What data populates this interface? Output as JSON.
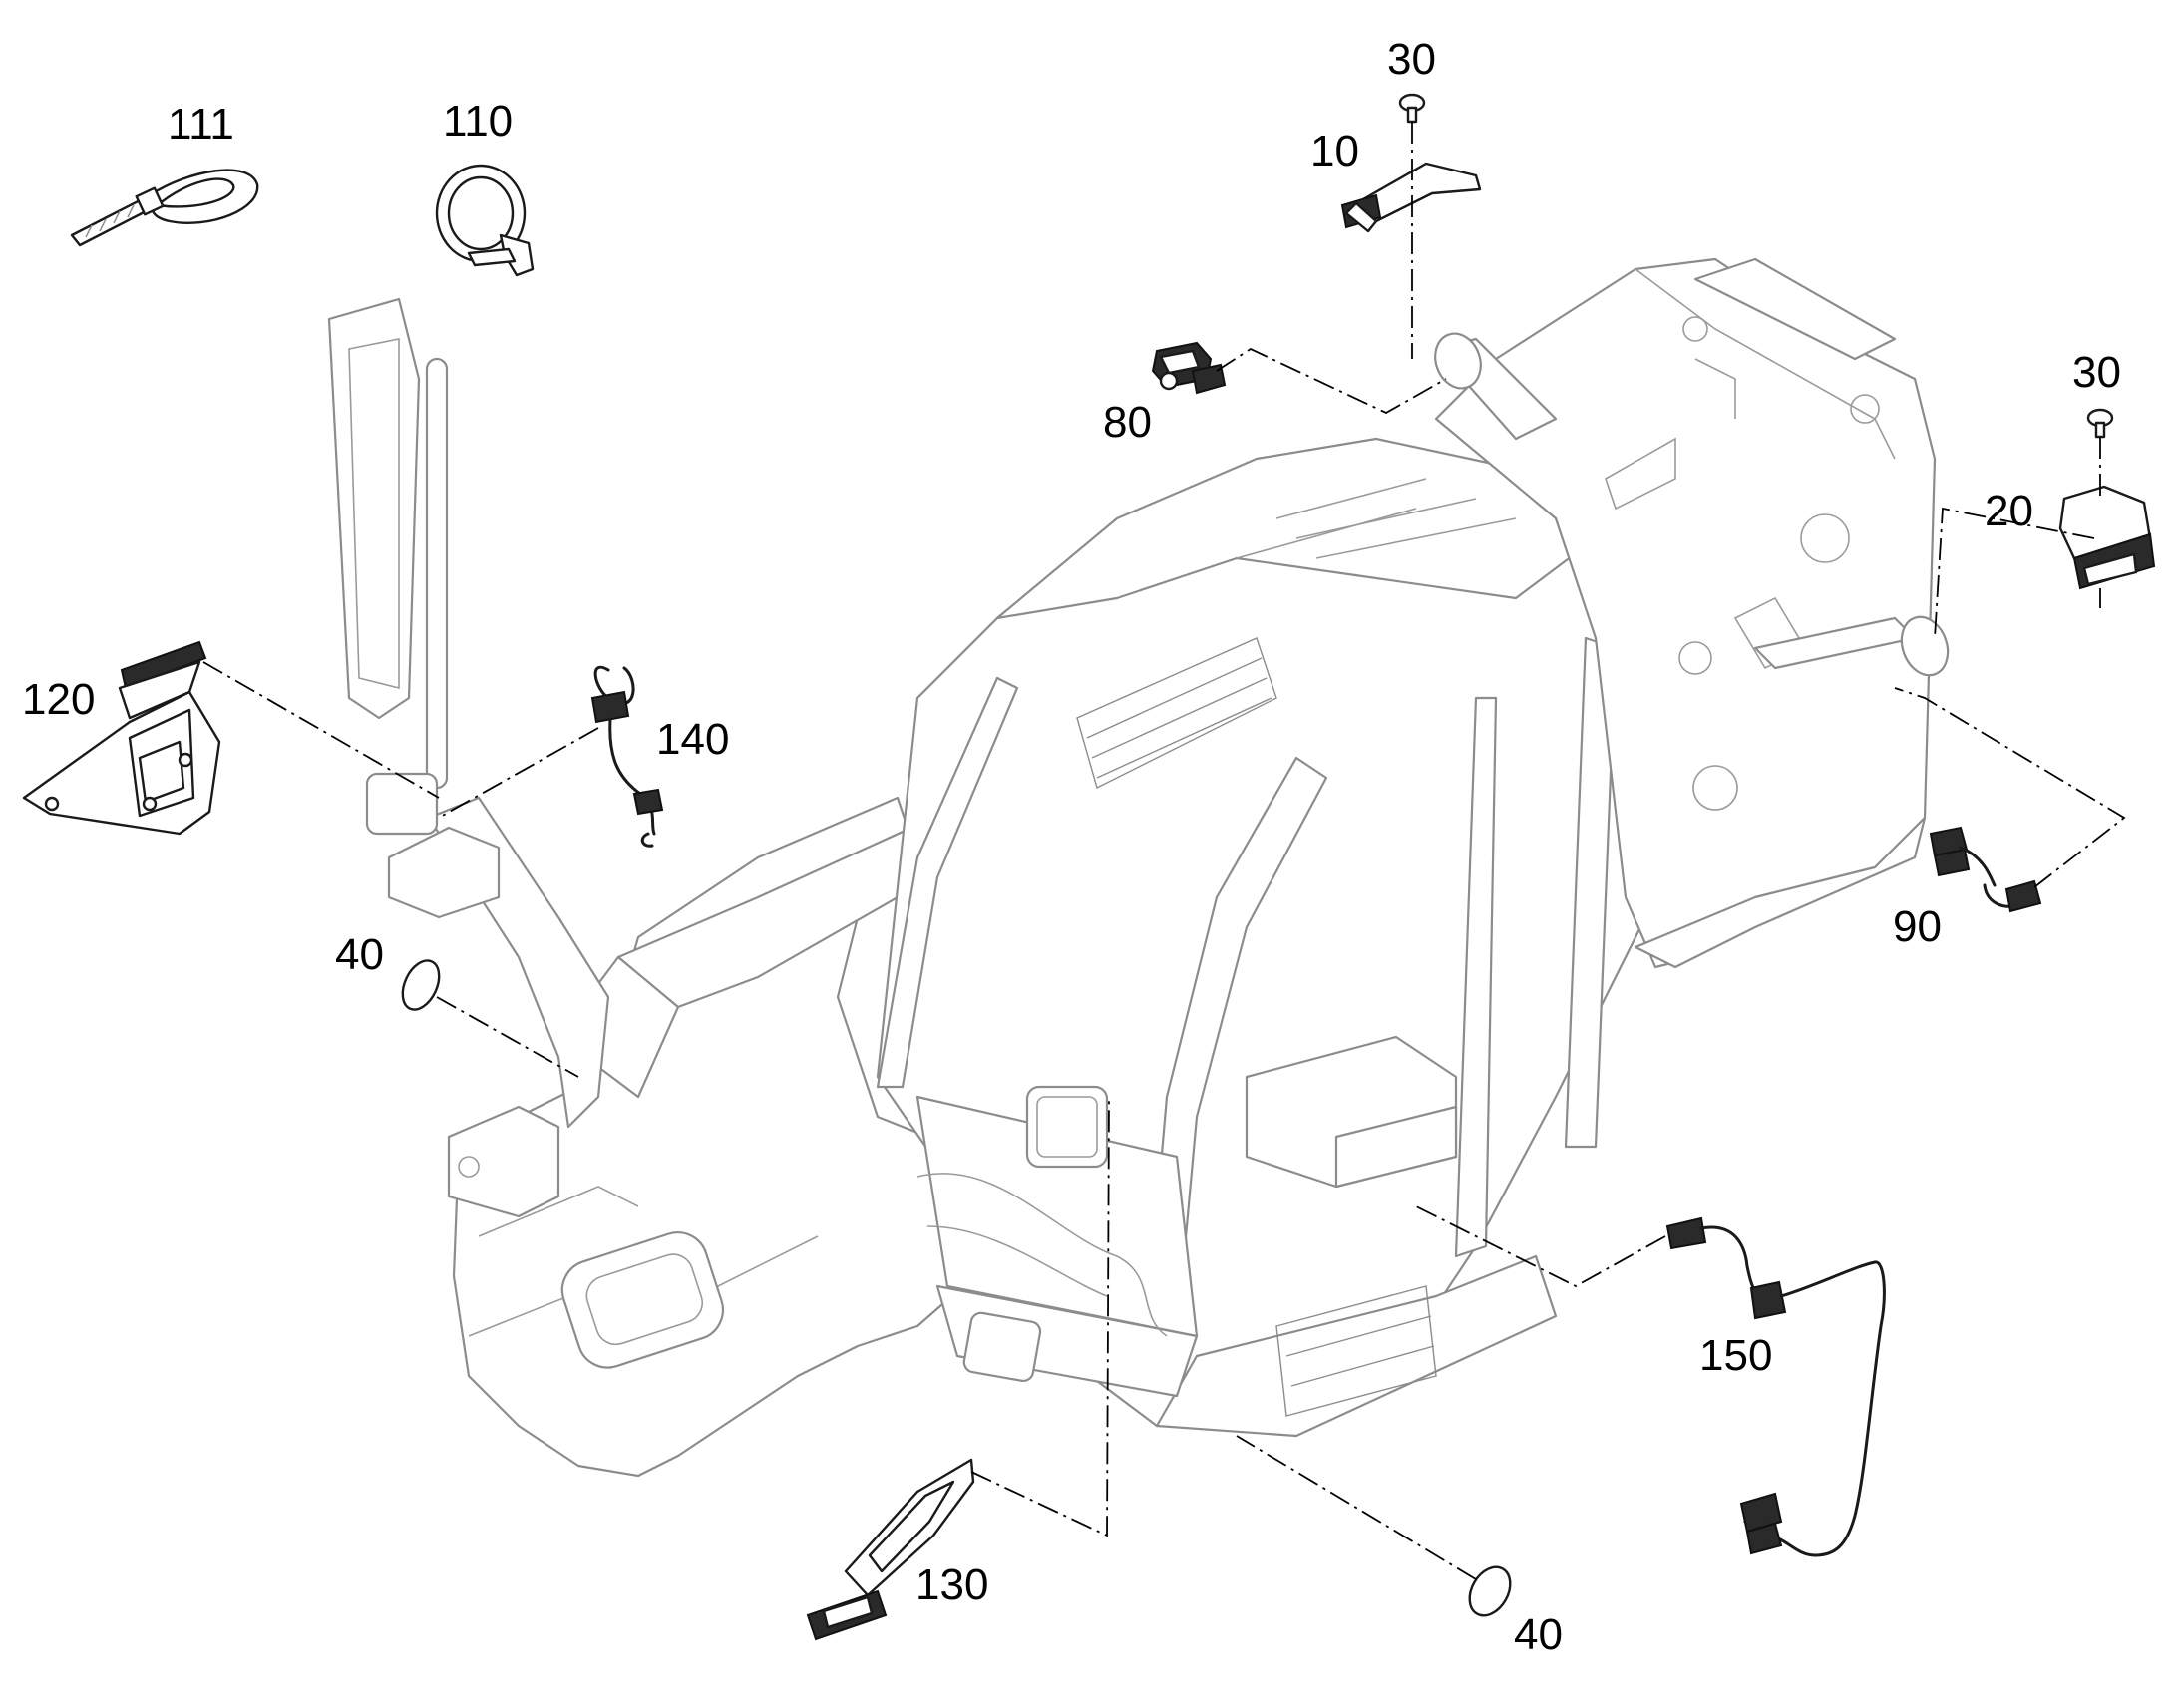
{
  "colors": {
    "text": "#000000",
    "part_outline": "#1a1a1a",
    "frame_outline": "#8c8c8c",
    "background": "#ffffff"
  },
  "callouts": {
    "c111": "111",
    "c110": "110",
    "c30_top": "30",
    "c10": "10",
    "c80": "80",
    "c30_right": "30",
    "c20": "20",
    "c120": "120",
    "c140": "140",
    "c90": "90",
    "c40_left": "40",
    "c150": "150",
    "c130": "130",
    "c40_bottom": "40"
  }
}
